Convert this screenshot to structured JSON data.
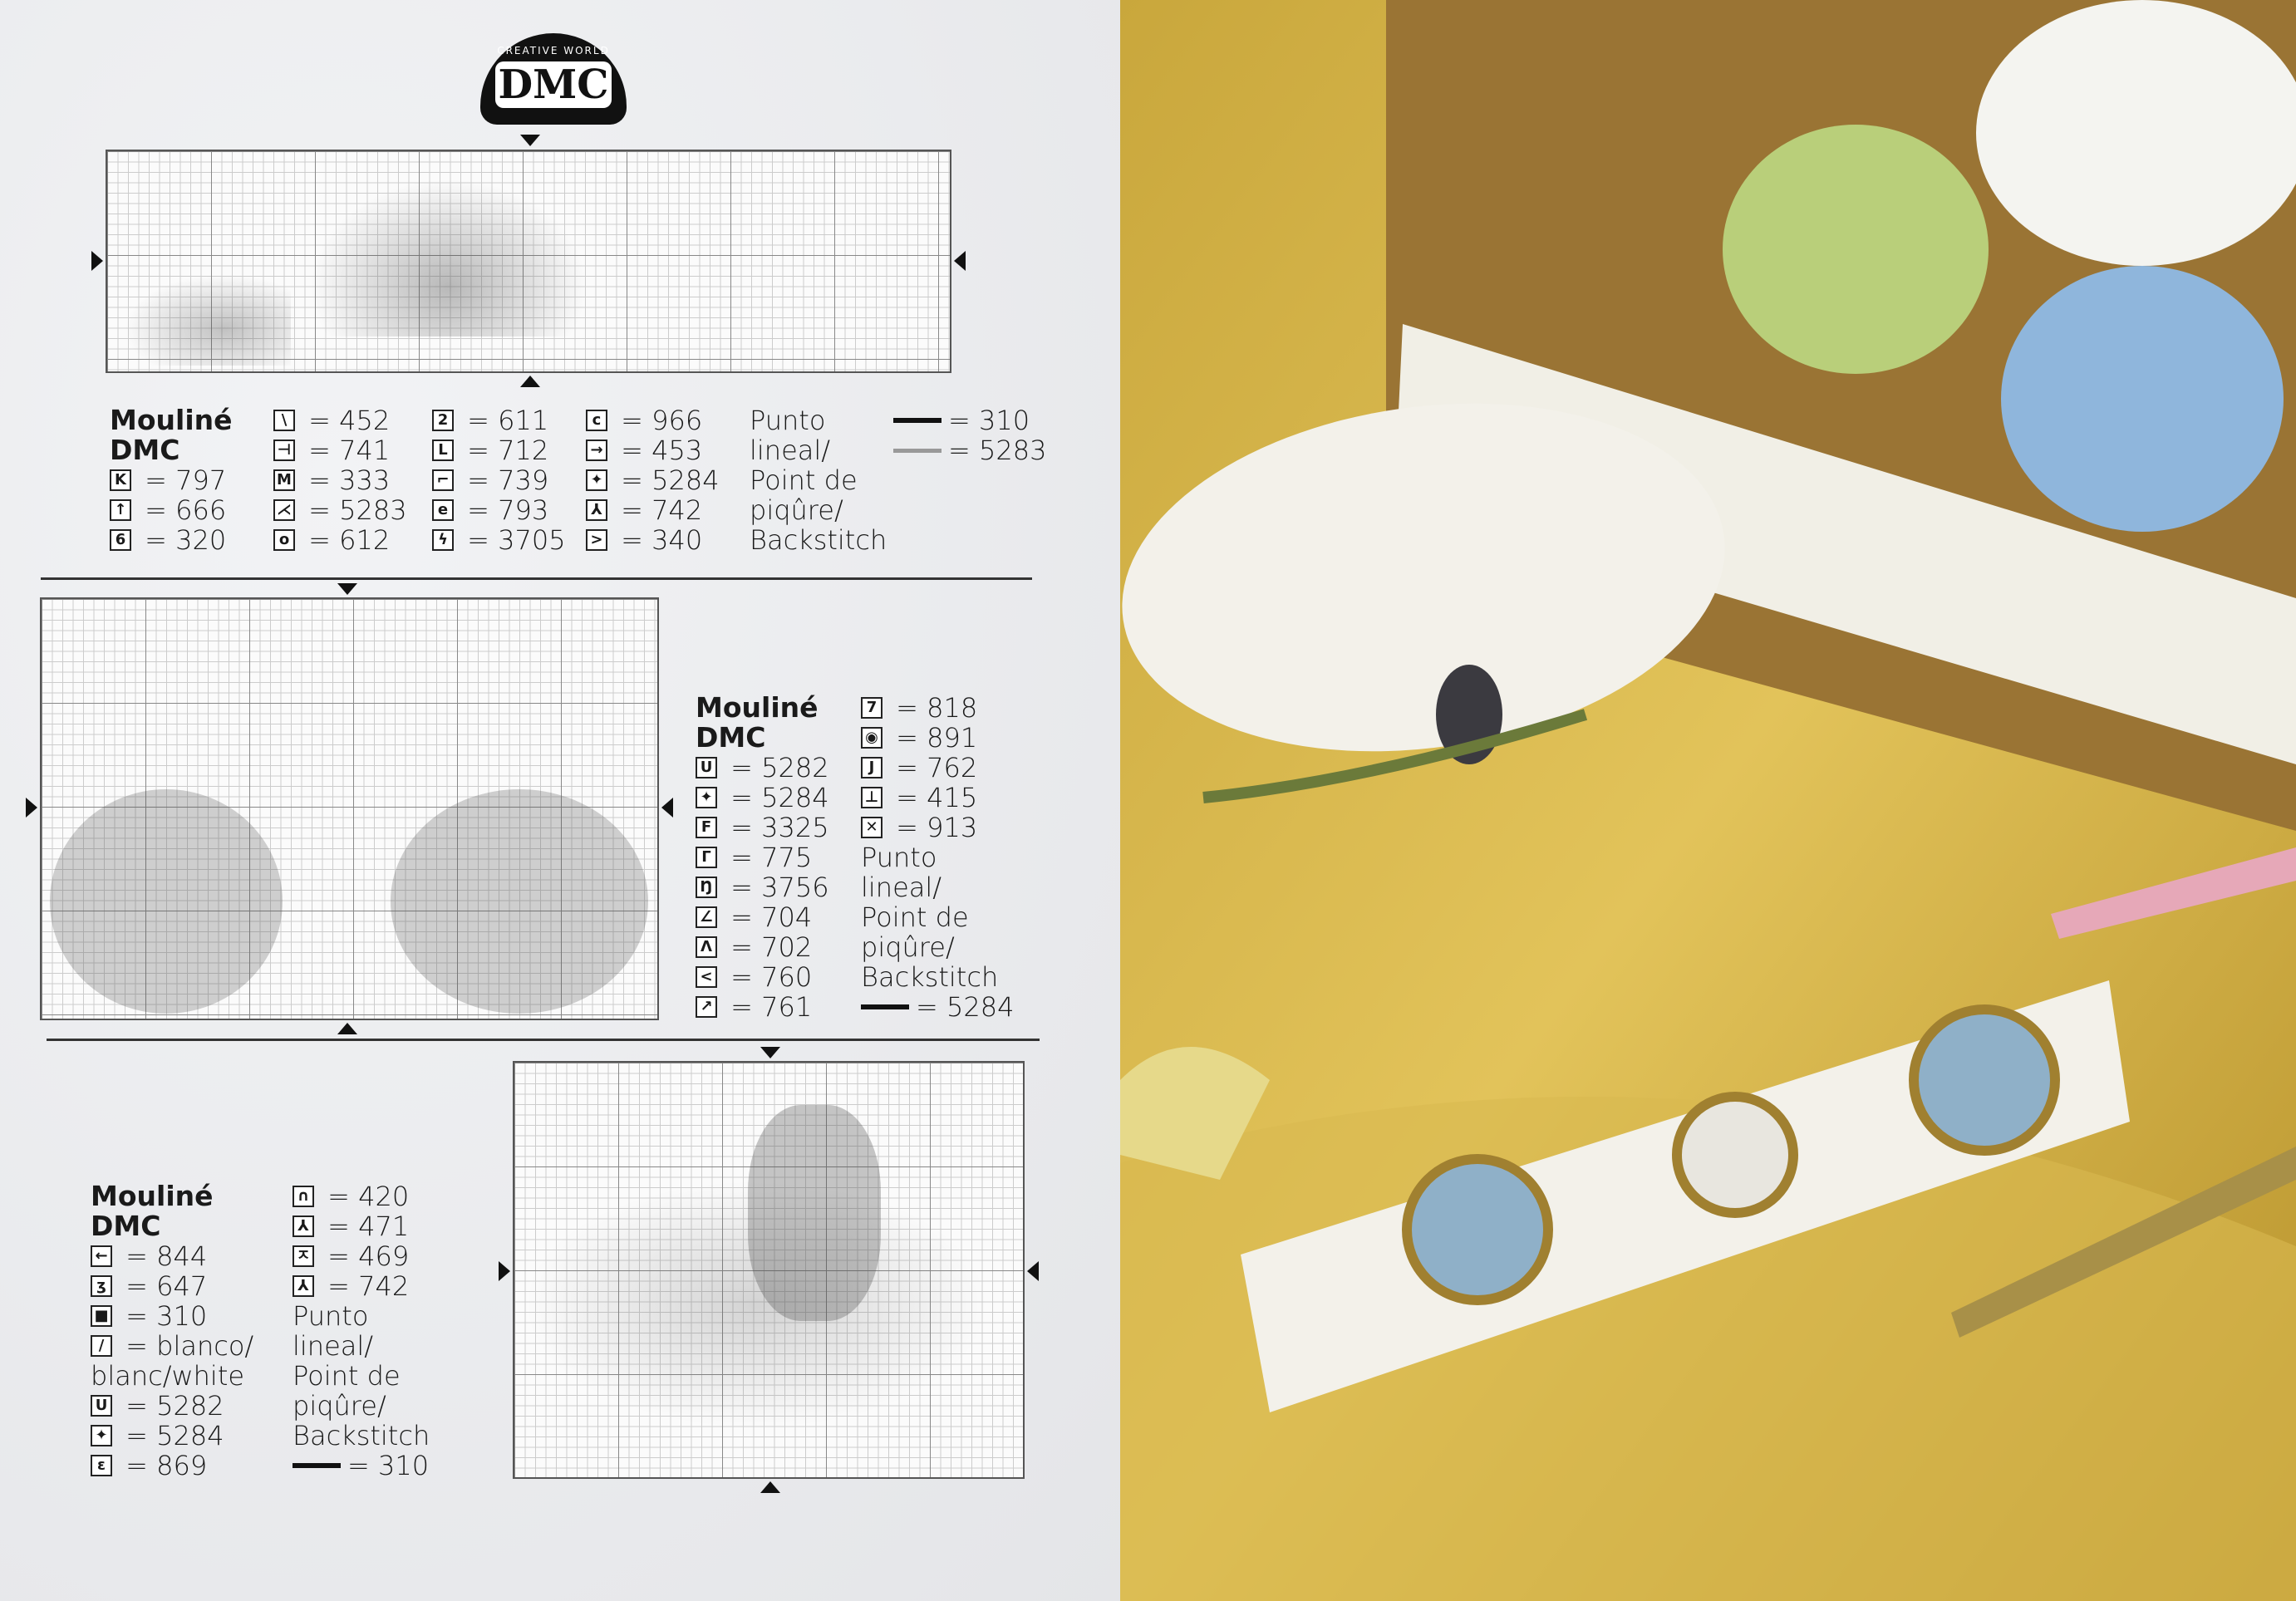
{
  "logo": {
    "text": "DMC",
    "ring_text": "CREATIVE WORLD"
  },
  "legend1": {
    "title": [
      "Mouliné",
      "DMC"
    ],
    "columns": [
      [
        {
          "s": "K",
          "v": "797"
        },
        {
          "s": "↑",
          "v": "666"
        },
        {
          "s": "6",
          "v": "320"
        }
      ],
      [
        {
          "s": "\\",
          "v": "452"
        },
        {
          "s": "⊣",
          "v": "741"
        },
        {
          "s": "M",
          "v": "333"
        },
        {
          "s": "⋌",
          "v": "5283"
        },
        {
          "s": "o",
          "v": "612"
        }
      ],
      [
        {
          "s": "2",
          "v": "611"
        },
        {
          "s": "L",
          "v": "712"
        },
        {
          "s": "⌐",
          "v": "739"
        },
        {
          "s": "e",
          "v": "793"
        },
        {
          "s": "ϟ",
          "v": "3705"
        }
      ],
      [
        {
          "s": "c",
          "v": "966"
        },
        {
          "s": "→",
          "v": "453"
        },
        {
          "s": "✦",
          "v": "5284"
        },
        {
          "s": "⅄",
          "v": "742"
        },
        {
          "s": ">",
          "v": "340"
        }
      ]
    ],
    "backstitch_label": [
      "Punto",
      "lineal/",
      "Point de",
      "piqûre/",
      "Backstitch"
    ],
    "lines": [
      {
        "color": "#111111",
        "v": "310"
      },
      {
        "color": "#999999",
        "v": "5283"
      }
    ]
  },
  "legend2": {
    "title": [
      "Mouliné",
      "DMC"
    ],
    "columns": [
      [
        {
          "s": "U",
          "v": "5282"
        },
        {
          "s": "✦",
          "v": "5284"
        },
        {
          "s": "F",
          "v": "3325"
        },
        {
          "s": "Γ",
          "v": "775"
        },
        {
          "s": "Ŋ",
          "v": "3756"
        },
        {
          "s": "∠",
          "v": "704"
        },
        {
          "s": "Λ",
          "v": "702"
        },
        {
          "s": "<",
          "v": "760"
        },
        {
          "s": "↗",
          "v": "761"
        }
      ],
      [
        {
          "s": "7",
          "v": "818"
        },
        {
          "s": "◉",
          "v": "891"
        },
        {
          "s": "J",
          "v": "762"
        },
        {
          "s": "⊥",
          "v": "415"
        },
        {
          "s": "✕",
          "v": "913"
        }
      ]
    ],
    "backstitch_label": [
      "Punto lineal/",
      "Point de",
      "piqûre/",
      "Backstitch"
    ],
    "lines": [
      {
        "color": "#111111",
        "v": "5284"
      }
    ]
  },
  "legend3": {
    "title": "Mouliné DMC",
    "columns": [
      [
        {
          "s": "←",
          "v": "844"
        },
        {
          "s": "ʒ",
          "v": "647"
        },
        {
          "s": "■",
          "v": "310"
        },
        {
          "s": "/",
          "v": "blanco/"
        },
        {
          "s": "",
          "v": "blanc/white"
        },
        {
          "s": "U",
          "v": "5282"
        },
        {
          "s": "✦",
          "v": "5284"
        },
        {
          "s": "ε",
          "v": "869"
        }
      ],
      [
        {
          "s": "∩",
          "v": "420"
        },
        {
          "s": "⅄",
          "v": "471"
        },
        {
          "s": "ㅈ",
          "v": "469"
        },
        {
          "s": "⅄",
          "v": "742"
        }
      ]
    ],
    "backstitch_label": [
      "Punto lineal/",
      "Point de piqûre/",
      "Backstitch"
    ],
    "lines": [
      {
        "color": "#111111",
        "v": "310"
      }
    ]
  },
  "charts": [
    {
      "name": "basket-yarn-chart"
    },
    {
      "name": "pocket-watches-chart"
    },
    {
      "name": "owl-moon-chart"
    }
  ],
  "photo": {
    "colors": {
      "fabric": "#d6b54a",
      "basket": "#a8823e",
      "yarn_green": "#b9cf7a",
      "yarn_white": "#f4f4f0",
      "yarn_blue": "#8fb6dc"
    }
  }
}
